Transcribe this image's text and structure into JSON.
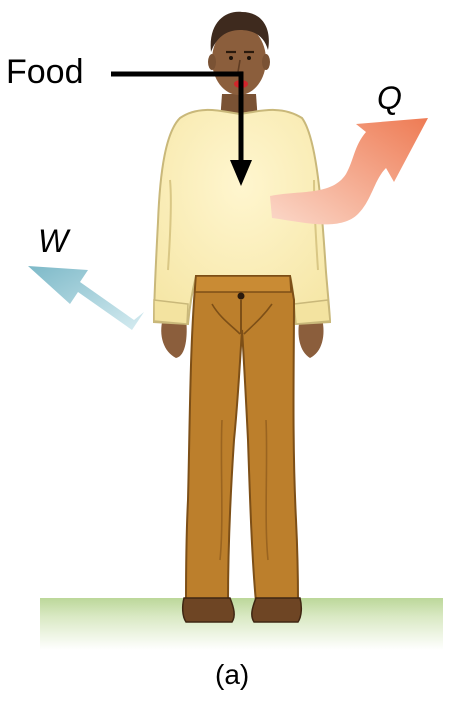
{
  "labels": {
    "food": "Food",
    "heat": "Q",
    "work": "W",
    "caption": "(a)"
  },
  "colors": {
    "heat_arrow": "#f08a66",
    "work_arrow": "#8cc3cf",
    "shirt": "#fbf1bf",
    "pants": "#bc7f2c",
    "skin": "#8b5e3c",
    "hair": "#3e2a1e",
    "shoes": "#6e4524",
    "ground": "#cfe2b4",
    "food_arrow": "#000000"
  },
  "icons": {
    "person": "standing-person-icon",
    "food_arrow": "arrow-down-icon",
    "heat_arrow": "curved-arrow-up-right-icon",
    "work_arrow": "arrow-up-left-icon"
  }
}
